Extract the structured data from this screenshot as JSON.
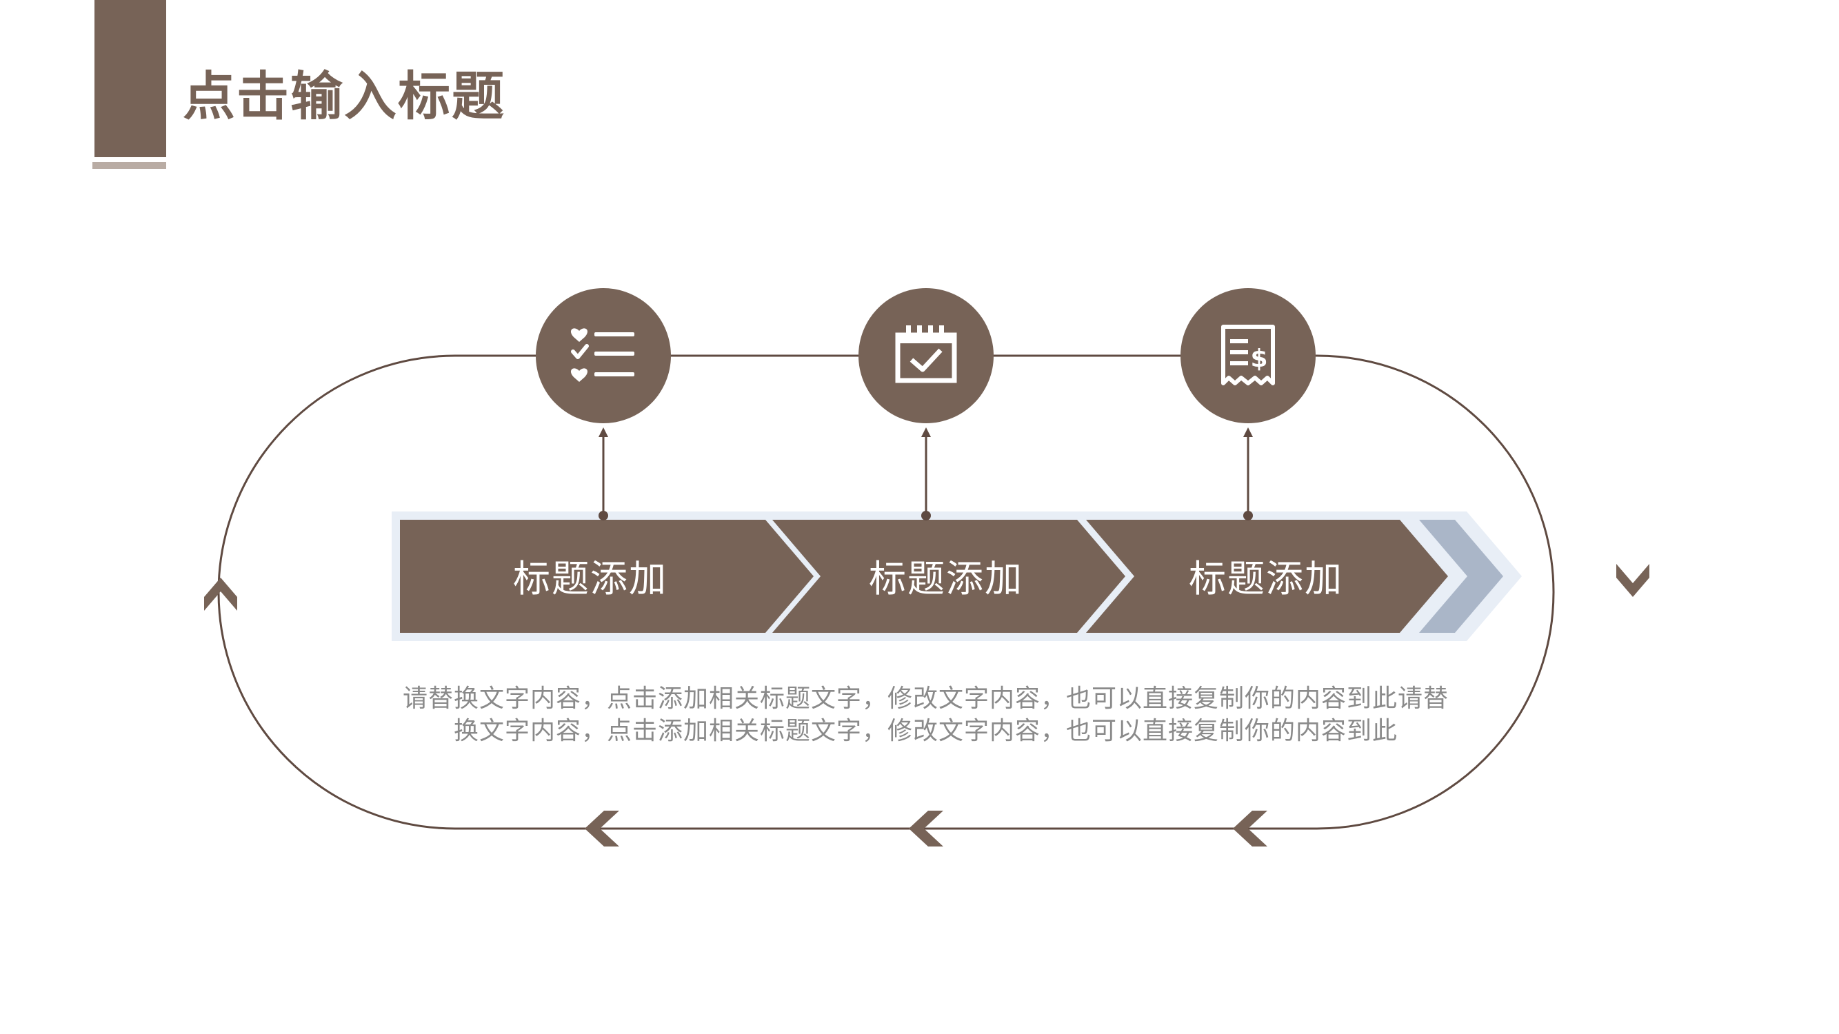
{
  "header": {
    "title": "点击输入标题"
  },
  "steps": [
    {
      "label": "标题添加",
      "icon": "checklist-hearts-icon"
    },
    {
      "label": "标题添加",
      "icon": "calendar-check-icon"
    },
    {
      "label": "标题添加",
      "icon": "receipt-dollar-icon"
    }
  ],
  "description": {
    "line1": "请替换文字内容，点击添加相关标题文字，修改文字内容，也可以直接复制你的内容到此请替",
    "line2": "换文字内容，点击添加相关标题文字，修改文字内容，也可以直接复制你的内容到此"
  },
  "colors": {
    "primary": "#776357",
    "accent": "#aab6c8",
    "light": "#e8eef6"
  }
}
